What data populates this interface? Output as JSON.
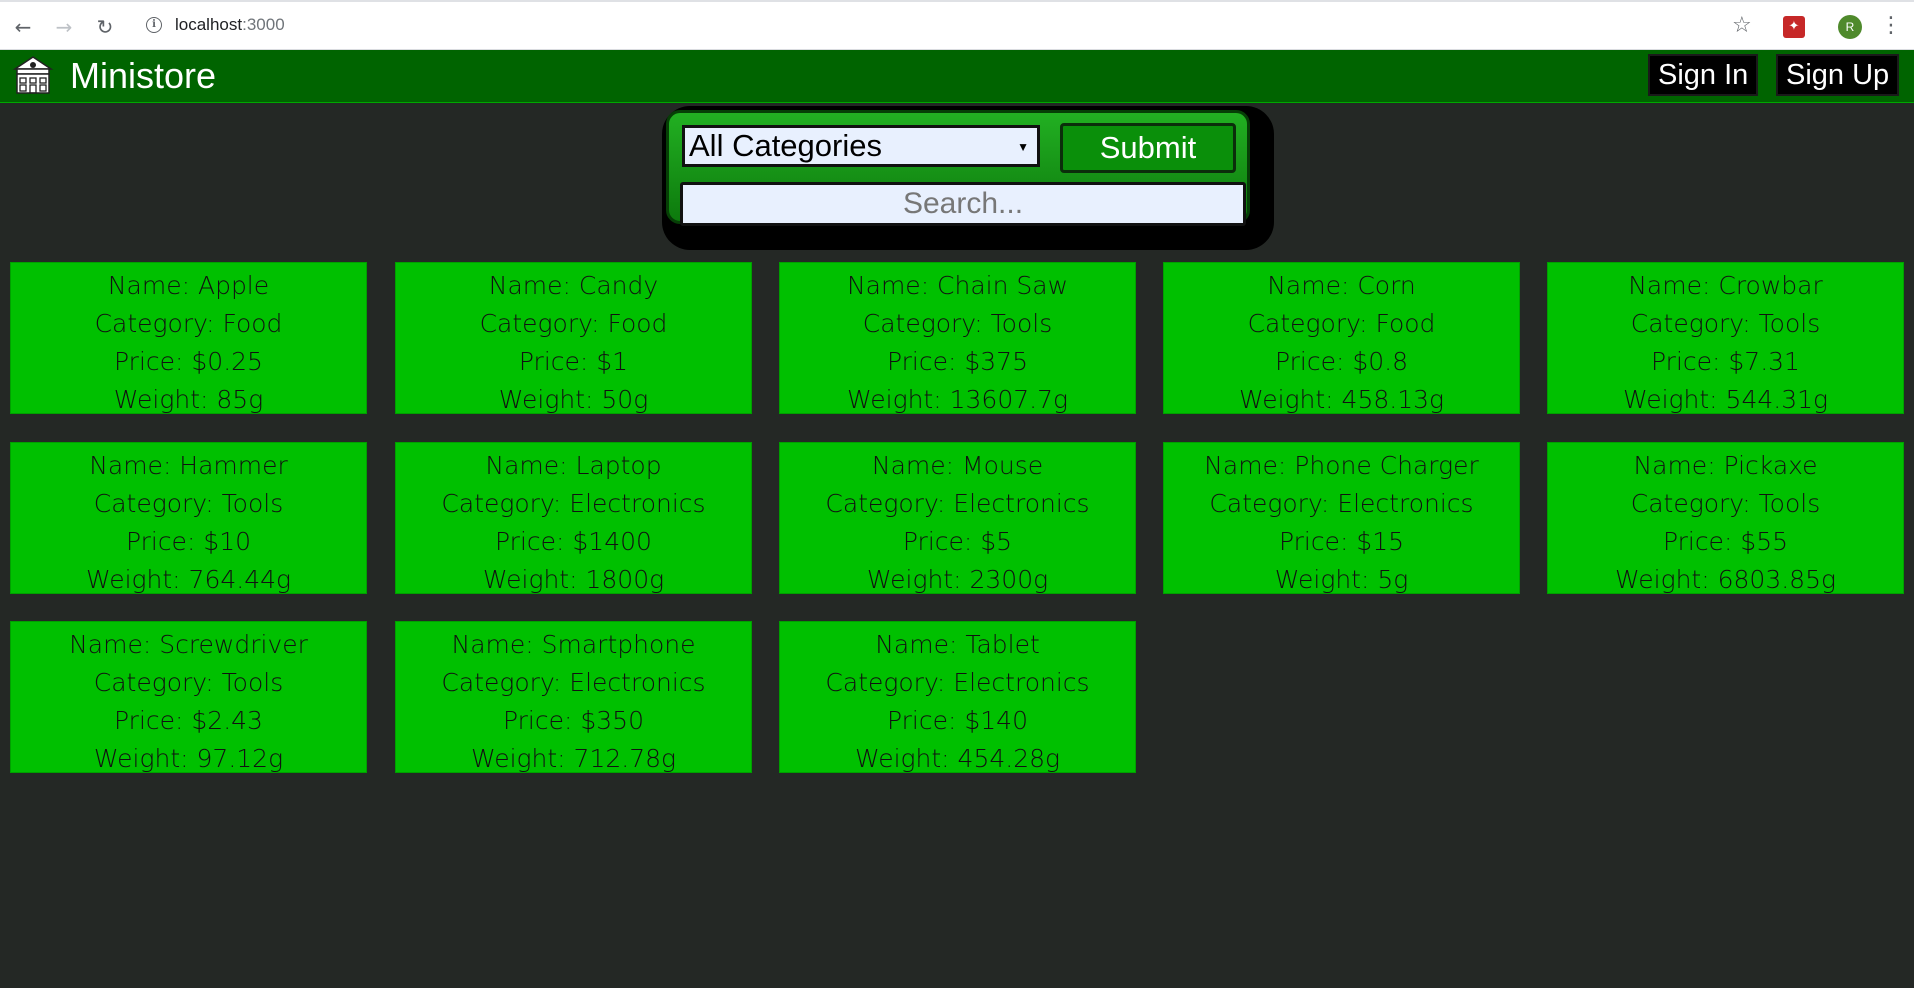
{
  "browser": {
    "url_host": "localhost",
    "url_port": ":3000",
    "profile_initial": "R"
  },
  "header": {
    "title": "Ministore",
    "sign_in": "Sign In",
    "sign_up": "Sign Up"
  },
  "filter": {
    "selected_category": "All Categories",
    "submit_label": "Submit",
    "search_placeholder": "Search..."
  },
  "products": [
    {
      "name": "Name: Apple",
      "category": "Category: Food",
      "price": "Price: $0.25",
      "weight": "Weight: 85g"
    },
    {
      "name": "Name: Candy",
      "category": "Category: Food",
      "price": "Price: $1",
      "weight": "Weight: 50g"
    },
    {
      "name": "Name: Chain Saw",
      "category": "Category: Tools",
      "price": "Price: $375",
      "weight": "Weight: 13607.7g"
    },
    {
      "name": "Name: Corn",
      "category": "Category: Food",
      "price": "Price: $0.8",
      "weight": "Weight: 458.13g"
    },
    {
      "name": "Name: Crowbar",
      "category": "Category: Tools",
      "price": "Price: $7.31",
      "weight": "Weight: 544.31g"
    },
    {
      "name": "Name: Hammer",
      "category": "Category: Tools",
      "price": "Price: $10",
      "weight": "Weight: 764.44g"
    },
    {
      "name": "Name: Laptop",
      "category": "Category: Electronics",
      "price": "Price: $1400",
      "weight": "Weight: 1800g"
    },
    {
      "name": "Name: Mouse",
      "category": "Category: Electronics",
      "price": "Price: $5",
      "weight": "Weight: 2300g"
    },
    {
      "name": "Name: Phone Charger",
      "category": "Category: Electronics",
      "price": "Price: $15",
      "weight": "Weight: 5g"
    },
    {
      "name": "Name: Pickaxe",
      "category": "Category: Tools",
      "price": "Price: $55",
      "weight": "Weight: 6803.85g"
    },
    {
      "name": "Name: Screwdriver",
      "category": "Category: Tools",
      "price": "Price: $2.43",
      "weight": "Weight: 97.12g"
    },
    {
      "name": "Name: Smartphone",
      "category": "Category: Electronics",
      "price": "Price: $350",
      "weight": "Weight: 712.78g"
    },
    {
      "name": "Name: Tablet",
      "category": "Category: Electronics",
      "price": "Price: $140",
      "weight": "Weight: 454.28g"
    }
  ],
  "colors": {
    "background": "#242825",
    "header": "#006400",
    "card": "#00c000",
    "submit": "#0a8f0a"
  }
}
